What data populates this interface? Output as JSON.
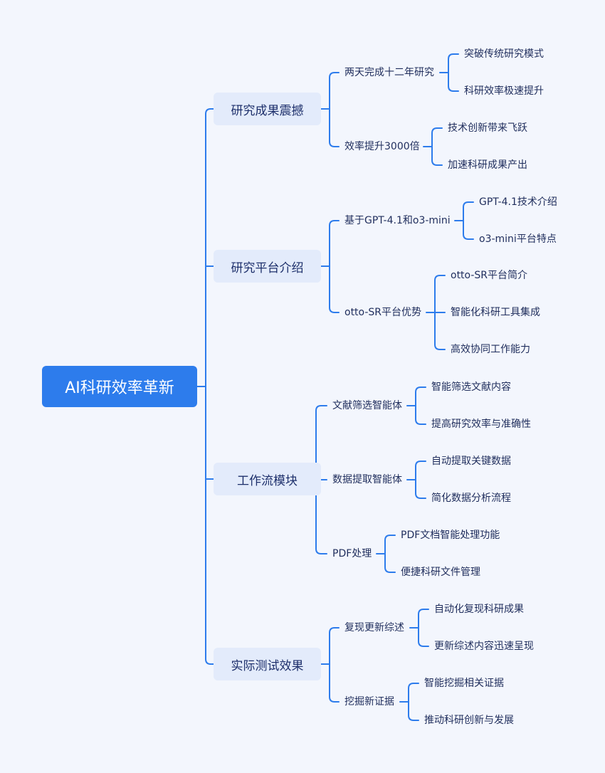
{
  "root": "AI科研效率革新",
  "branches": [
    {
      "label": "研究成果震撼",
      "children": [
        {
          "label": "两天完成十二年研究",
          "children": [
            "突破传统研究模式",
            "科研效率极速提升"
          ]
        },
        {
          "label": "效率提升3000倍",
          "children": [
            "技术创新带来飞跃",
            "加速科研成果产出"
          ]
        }
      ]
    },
    {
      "label": "研究平台介绍",
      "children": [
        {
          "label": "基于GPT-4.1和o3-mini",
          "children": [
            "GPT-4.1技术介绍",
            "o3-mini平台特点"
          ]
        },
        {
          "label": "otto-SR平台优势",
          "children": [
            "otto-SR平台简介",
            "智能化科研工具集成",
            "高效协同工作能力"
          ]
        }
      ]
    },
    {
      "label": "工作流模块",
      "children": [
        {
          "label": "文献筛选智能体",
          "children": [
            "智能筛选文献内容",
            "提高研究效率与准确性"
          ]
        },
        {
          "label": "数据提取智能体",
          "children": [
            "自动提取关键数据",
            "简化数据分析流程"
          ]
        },
        {
          "label": "PDF处理",
          "children": [
            "PDF文档智能处理功能",
            "便捷科研文件管理"
          ]
        }
      ]
    },
    {
      "label": "实际测试效果",
      "children": [
        {
          "label": "复现更新综述",
          "children": [
            "自动化复现科研成果",
            "更新综述内容迅速呈现"
          ]
        },
        {
          "label": "挖掘新证据",
          "children": [
            "智能挖掘相关证据",
            "推动科研创新与发展"
          ]
        }
      ]
    }
  ],
  "colors": {
    "line": "#2d7cec",
    "root_fill": "#2d7cec",
    "branch_fill": "#e3ebfb",
    "text": "#1f2d5c",
    "background": "#f3f6fd"
  }
}
